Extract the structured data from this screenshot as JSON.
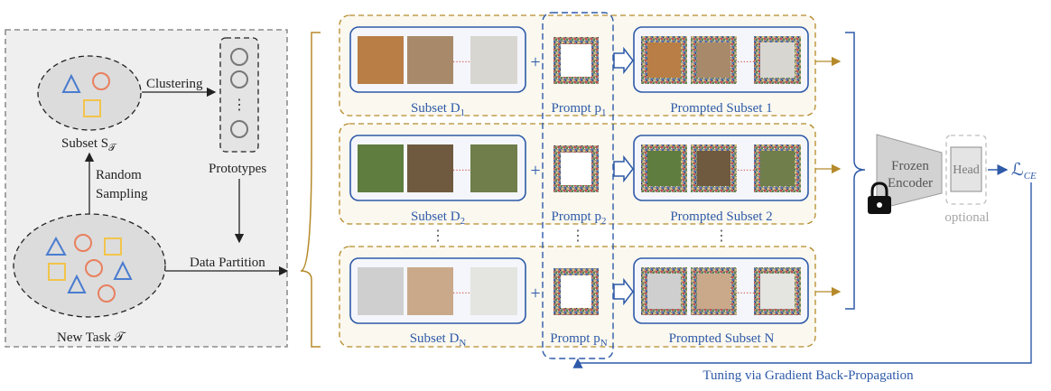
{
  "left_panel": {
    "subset_label": "Subset S",
    "subset_sub": "𝒯",
    "clustering": "Clustering",
    "prototypes": "Prototypes",
    "random": "Random",
    "sampling": "Sampling",
    "data_partition": "Data Partition",
    "new_task": "New Task 𝒯",
    "ellipsis": "⋮"
  },
  "rows": [
    {
      "subset": "Subset D",
      "subset_sub": "1",
      "prompt": "Prompt p",
      "prompt_sub": "1",
      "prompted": "Prompted Subset 1"
    },
    {
      "subset": "Subset D",
      "subset_sub": "2",
      "prompt": "Prompt p",
      "prompt_sub": "2",
      "prompted": "Prompted Subset 2"
    },
    {
      "subset": "Subset D",
      "subset_sub": "N",
      "prompt": "Prompt p",
      "prompt_sub": "N",
      "prompted": "Prompted Subset N"
    }
  ],
  "symbols": {
    "plus": "+",
    "dots": "······",
    "vdots": "⋮"
  },
  "encoder": {
    "line1": "Frozen",
    "line2": "Encoder",
    "head": "Head",
    "optional": "optional"
  },
  "loss": {
    "main": "ℒ",
    "sub": "CE"
  },
  "feedback": "Tuning via Gradient Back-Propagation",
  "colors": {
    "blue": "#2e5aa8",
    "gold": "#b58a2a",
    "orange": "#e8805e",
    "shape_blue": "#4a7ccf",
    "yellow": "#f2c44c",
    "encoder_grey": "#cfcfcf",
    "dot_red": "#cc3b2b"
  }
}
